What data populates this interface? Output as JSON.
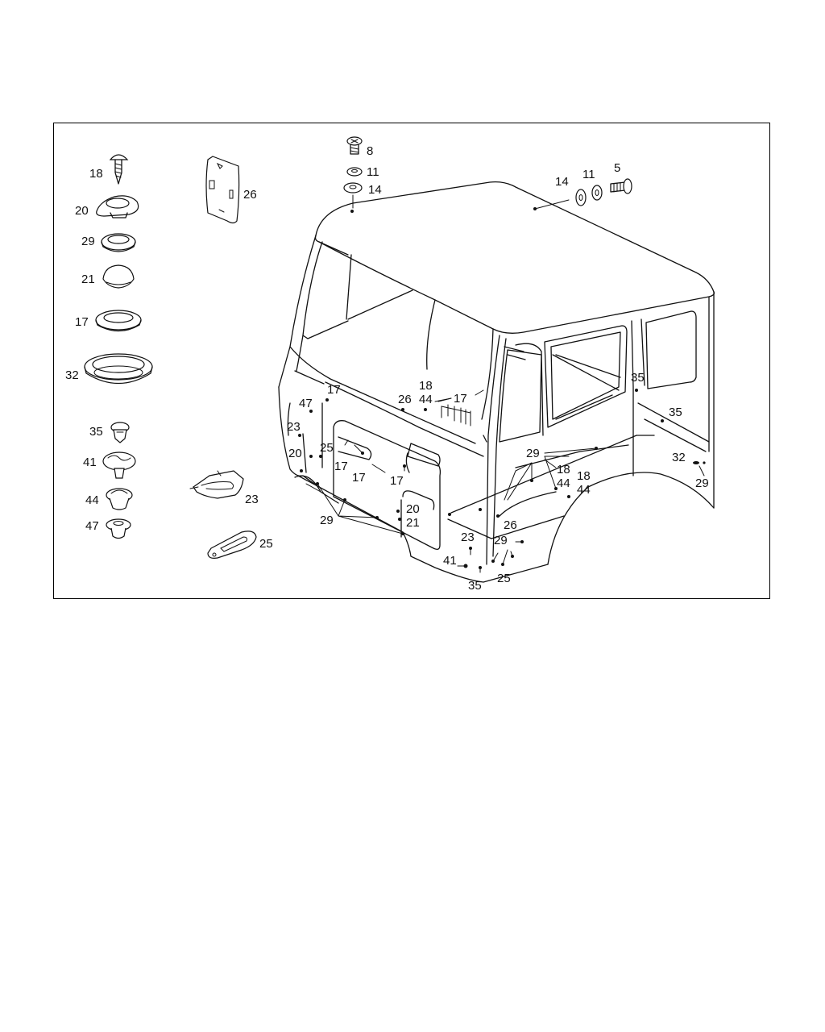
{
  "diagram": {
    "part_icons": [
      {
        "number": "18",
        "icon": "screw-rivet-icon"
      },
      {
        "number": "20",
        "icon": "flanged-grommet-icon"
      },
      {
        "number": "29",
        "icon": "ring-grommet-icon"
      },
      {
        "number": "21",
        "icon": "dome-plug-icon"
      },
      {
        "number": "17",
        "icon": "ring-grommet-icon"
      },
      {
        "number": "32",
        "icon": "large-grommet-icon"
      },
      {
        "number": "35",
        "icon": "clip-icon"
      },
      {
        "number": "41",
        "icon": "spring-clip-icon"
      },
      {
        "number": "44",
        "icon": "snap-clip-icon"
      },
      {
        "number": "47",
        "icon": "push-clip-icon"
      },
      {
        "number": "26",
        "icon": "cover-plate-icon"
      },
      {
        "number": "23",
        "icon": "seal-plate-icon"
      },
      {
        "number": "25",
        "icon": "oval-cover-icon"
      },
      {
        "number": "8",
        "icon": "bolt-icon"
      },
      {
        "number": "11",
        "icon": "washer-icon"
      },
      {
        "number": "14",
        "icon": "rubber-washer-icon"
      },
      {
        "number": "5",
        "icon": "bolt-icon"
      }
    ],
    "callouts": [
      "17",
      "47",
      "23",
      "20",
      "25",
      "17",
      "17",
      "17",
      "29",
      "20",
      "21",
      "18",
      "44",
      "26",
      "17",
      "23",
      "41",
      "35",
      "25",
      "29",
      "26",
      "29",
      "18",
      "44",
      "18",
      "44",
      "35",
      "35",
      "32",
      "29",
      "14",
      "11",
      "5"
    ]
  }
}
